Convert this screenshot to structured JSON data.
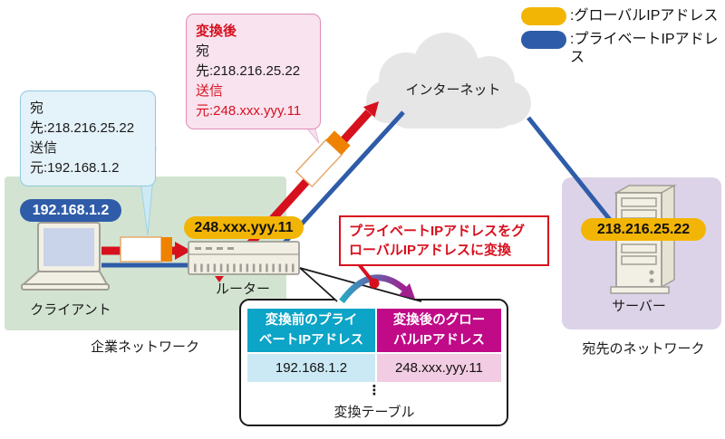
{
  "legend": {
    "global_label": ":グローバルIPアドレス",
    "private_label": ":プライベートIPアドレス"
  },
  "internet_label": "インターネット",
  "callout_after": {
    "title": "変換後",
    "dest": "宛先:218.216.25.22",
    "src": "送信元:248.xxx.yyy.11"
  },
  "callout_before": {
    "dest": "宛先:218.216.25.22",
    "src": "送信元:192.168.1.2"
  },
  "client": {
    "ip": "192.168.1.2",
    "label": "クライアント"
  },
  "router": {
    "ip": "248.xxx.yyy.11",
    "label": "ルーター"
  },
  "server": {
    "ip": "218.216.25.22",
    "label": "サーバー"
  },
  "corporate_network_label": "企業ネットワーク",
  "destination_network_label": "宛先のネットワーク",
  "nat_note": {
    "line1": "プライベートIPアドレスをグ",
    "line2": "ローバルIPアドレスに変換"
  },
  "table": {
    "title": "変換テーブル",
    "ellipsis": "⋮",
    "col1_header": [
      "変換前のプライ",
      "ベートIPアドレス"
    ],
    "col2_header": [
      "変換後のグロー",
      "バルIPアドレス"
    ],
    "row": {
      "private": "192.168.1.2",
      "global": "248.xxx.yyy.11"
    }
  },
  "colors": {
    "global_ip": "#F3B505",
    "private_ip": "#2F5CA8",
    "red_accent": "#D7101E",
    "corporate_bg": "#D2E4D1",
    "destination_bg": "#DCD3E8",
    "table_private_header": "#0CA4C7",
    "table_global_header": "#C00A87"
  }
}
